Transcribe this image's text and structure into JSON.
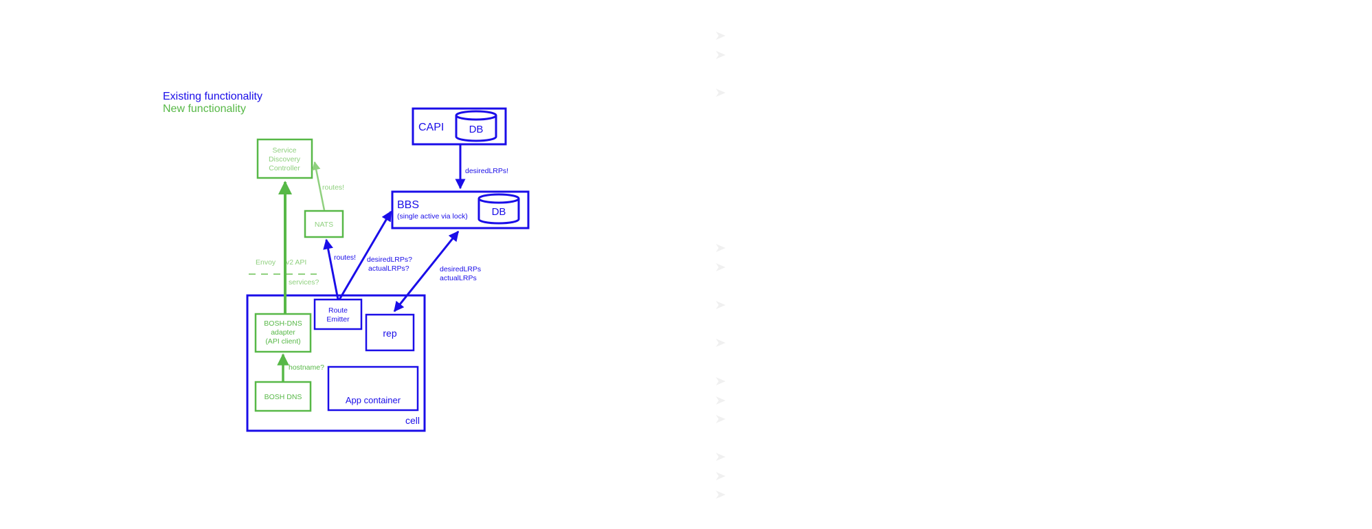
{
  "legend": {
    "existing": "Existing functionality",
    "new": "New functionality"
  },
  "colors": {
    "existing": "#1a0de8",
    "new": "#57b847",
    "new_light": "#8fd07e",
    "bullet": "#eeeeee"
  },
  "nodes": {
    "capi": {
      "label": "CAPI",
      "db": "DB"
    },
    "bbs": {
      "label": "BBS",
      "sublabel": "(single active via lock)",
      "db": "DB"
    },
    "service_discovery": {
      "line1": "Service",
      "line2": "Discovery",
      "line3": "Controller"
    },
    "nats": {
      "label": "NATS"
    },
    "route_emitter": {
      "line1": "Route",
      "line2": "Emitter"
    },
    "rep": {
      "label": "rep"
    },
    "bosh_dns_adapter": {
      "line1": "BOSH-DNS",
      "line2": "adapter",
      "line3": "(API client)"
    },
    "bosh_dns": {
      "label": "BOSH DNS"
    },
    "app_container": {
      "label": "App container"
    },
    "cell": {
      "label": "cell"
    }
  },
  "edges": {
    "capi_bbs": "desiredLRPs!",
    "nats_sdc": "routes!",
    "re_nats": "routes!",
    "re_bbs_line1": "desiredLRPs?",
    "re_bbs_line2": "actualLRPs?",
    "bbs_rep_line1": "desiredLRPs",
    "bbs_rep_line2": "actualLRPs",
    "adapter_sdc": "services?",
    "dns_adapter": "hostname?"
  },
  "boundary": {
    "left": "Envoy",
    "right": "v2 API"
  }
}
